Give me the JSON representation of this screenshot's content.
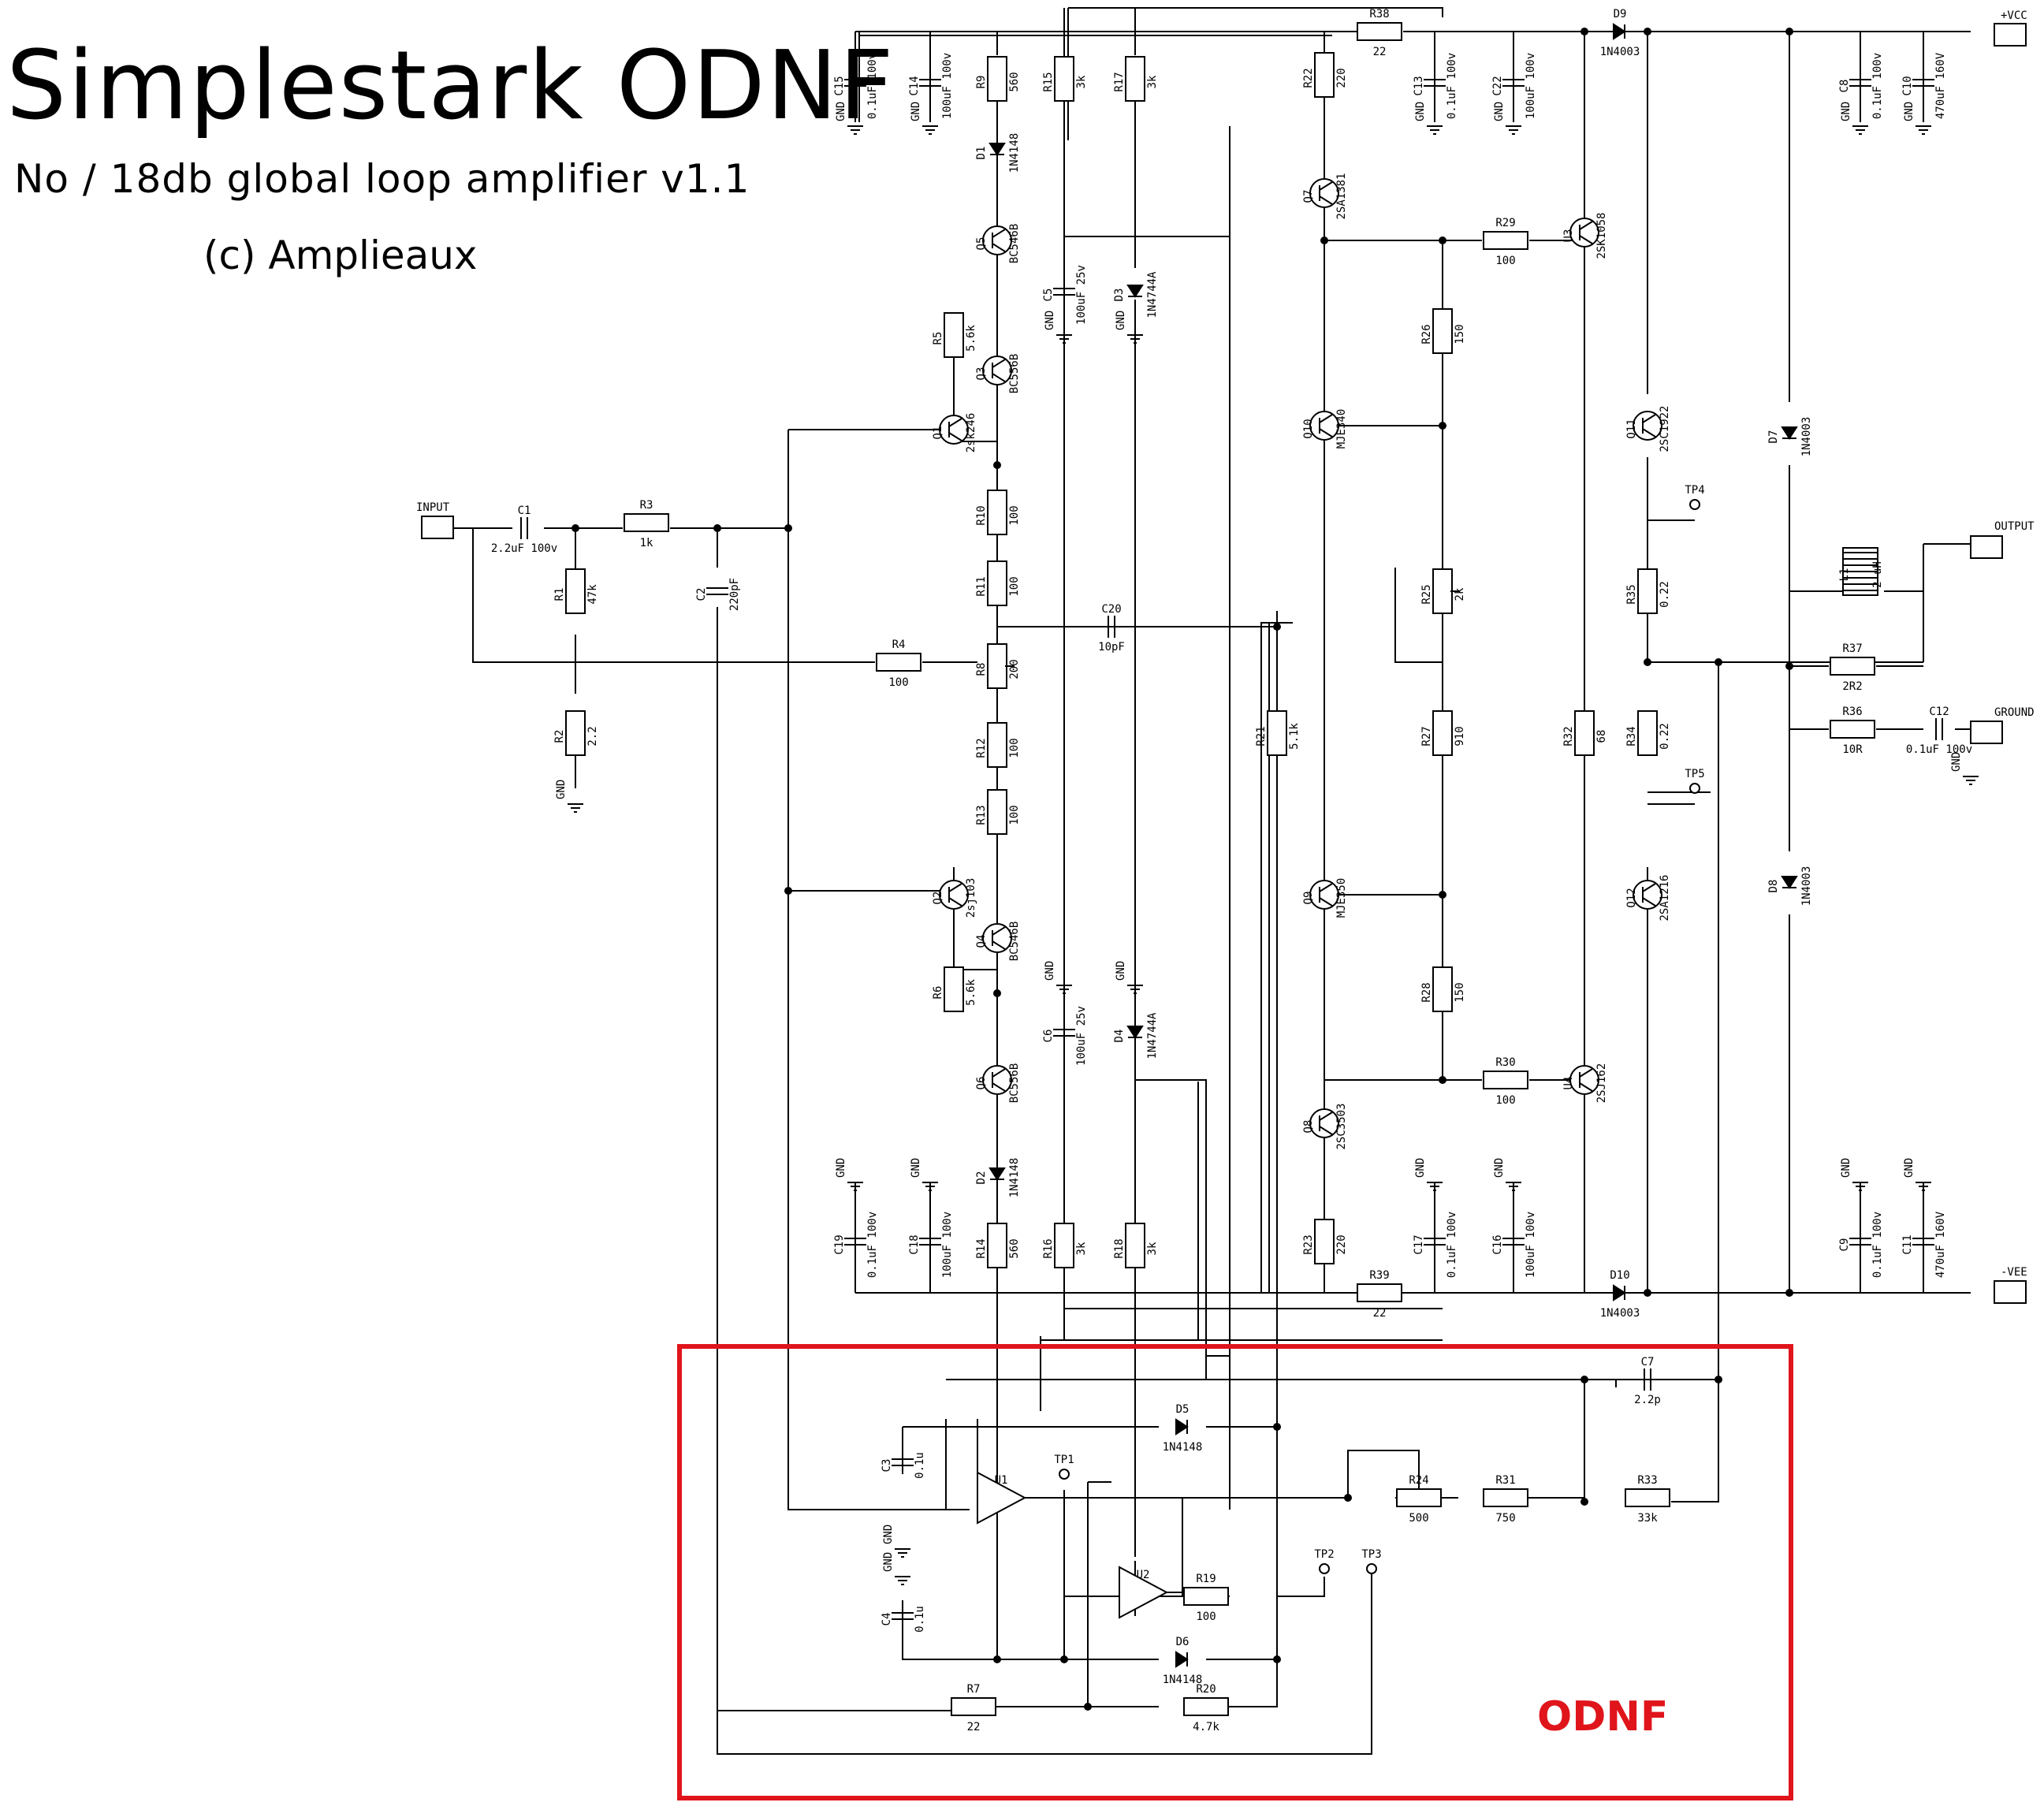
{
  "title": "Simplestark ODNF",
  "subtitle": "No / 18db global loop amplifier v1.1",
  "credit": "(c) Amplieaux",
  "odnf_box": {
    "label": "ODNF",
    "color": "#e0141b"
  },
  "connectors": {
    "input": "INPUT",
    "vcc": "+VCC",
    "vee": "-VEE",
    "output": "OUTPUT",
    "ground": "GROUND"
  },
  "gnd": "GND",
  "components": {
    "C1": {
      "ref": "C1",
      "value": "2.2uF 100v"
    },
    "R3": {
      "ref": "R3",
      "value": "1k"
    },
    "R1": {
      "ref": "R1",
      "value": "47k"
    },
    "C2": {
      "ref": "C2",
      "value": "220pF"
    },
    "R2": {
      "ref": "R2",
      "value": "2.2"
    },
    "R4": {
      "ref": "R4",
      "value": "100"
    },
    "C15": {
      "ref": "C15",
      "value": "0.1uF 100v"
    },
    "C14": {
      "ref": "C14",
      "value": "100uF 100v"
    },
    "R9": {
      "ref": "R9",
      "value": "560"
    },
    "R15": {
      "ref": "R15",
      "value": "3k"
    },
    "R17": {
      "ref": "R17",
      "value": "3k"
    },
    "D1": {
      "ref": "D1",
      "value": "1N4148"
    },
    "Q5": {
      "ref": "Q5",
      "value": "BC546B"
    },
    "C5": {
      "ref": "C5",
      "value": "100uF 25v"
    },
    "D3": {
      "ref": "D3",
      "value": "1N4744A"
    },
    "R5": {
      "ref": "R5",
      "value": "5.6k"
    },
    "Q3": {
      "ref": "Q3",
      "value": "BC556B"
    },
    "Q1": {
      "ref": "Q1",
      "value": "2sk246"
    },
    "R10": {
      "ref": "R10",
      "value": "100"
    },
    "R11": {
      "ref": "R11",
      "value": "100"
    },
    "R8": {
      "ref": "R8",
      "value": "200"
    },
    "C20": {
      "ref": "C20",
      "value": "10pF"
    },
    "R12": {
      "ref": "R12",
      "value": "100"
    },
    "R13": {
      "ref": "R13",
      "value": "100"
    },
    "Q2": {
      "ref": "Q2",
      "value": "2sj103"
    },
    "Q4": {
      "ref": "Q4",
      "value": "BC546B"
    },
    "R6": {
      "ref": "R6",
      "value": "5.6k"
    },
    "C6": {
      "ref": "C6",
      "value": "100uF 25v"
    },
    "D4": {
      "ref": "D4",
      "value": "1N4744A"
    },
    "Q6": {
      "ref": "Q6",
      "value": "BC556B"
    },
    "D2": {
      "ref": "D2",
      "value": "1N4148"
    },
    "C19": {
      "ref": "C19",
      "value": "0.1uF 100v"
    },
    "C18": {
      "ref": "C18",
      "value": "100uF 100v"
    },
    "R14": {
      "ref": "R14",
      "value": "560"
    },
    "R16": {
      "ref": "R16",
      "value": "3k"
    },
    "R18": {
      "ref": "R18",
      "value": "3k"
    },
    "R38": {
      "ref": "R38",
      "value": "22"
    },
    "R22": {
      "ref": "R22",
      "value": "220"
    },
    "C13": {
      "ref": "C13",
      "value": "0.1uF 100v"
    },
    "C22": {
      "ref": "C22",
      "value": "100uF 100v"
    },
    "Q7": {
      "ref": "Q7",
      "value": "2SA1381"
    },
    "R29": {
      "ref": "R29",
      "value": "100"
    },
    "U3": {
      "ref": "U3",
      "value": "2SK1058"
    },
    "R26": {
      "ref": "R26",
      "value": "150"
    },
    "Q10": {
      "ref": "Q10",
      "value": "MJE340"
    },
    "R25": {
      "ref": "R25",
      "value": "2k"
    },
    "R21": {
      "ref": "R21",
      "value": "5.1k"
    },
    "R27": {
      "ref": "R27",
      "value": "910"
    },
    "Q9": {
      "ref": "Q9",
      "value": "MJE350"
    },
    "R28": {
      "ref": "R28",
      "value": "150"
    },
    "R30": {
      "ref": "R30",
      "value": "100"
    },
    "U4": {
      "ref": "U4",
      "value": "2SJ162"
    },
    "Q8": {
      "ref": "Q8",
      "value": "2SC3503"
    },
    "R23": {
      "ref": "R23",
      "value": "220"
    },
    "C17": {
      "ref": "C17",
      "value": "0.1uF 100v"
    },
    "C16": {
      "ref": "C16",
      "value": "100uF 100v"
    },
    "R39": {
      "ref": "R39",
      "value": "22"
    },
    "D9": {
      "ref": "D9",
      "value": "1N4003"
    },
    "D10": {
      "ref": "D10",
      "value": "1N4003"
    },
    "C8": {
      "ref": "C8",
      "value": "0.1uF 100v"
    },
    "C10": {
      "ref": "C10",
      "value": "470uF 160V"
    },
    "C9": {
      "ref": "C9",
      "value": "0.1uF 100v"
    },
    "C11": {
      "ref": "C11",
      "value": "470uF 160V"
    },
    "Q11": {
      "ref": "Q11",
      "value": "2SC1922"
    },
    "Q12": {
      "ref": "Q12",
      "value": "2SA1216"
    },
    "R32": {
      "ref": "R32",
      "value": "68"
    },
    "R35": {
      "ref": "R35",
      "value": "0.22"
    },
    "R34": {
      "ref": "R34",
      "value": "0.22"
    },
    "D7": {
      "ref": "D7",
      "value": "1N4003"
    },
    "D8": {
      "ref": "D8",
      "value": "1N4003"
    },
    "L1": {
      "ref": "L1",
      "value": "2 uH"
    },
    "R37": {
      "ref": "R37",
      "value": "2R2"
    },
    "R36": {
      "ref": "R36",
      "value": "10R"
    },
    "C12": {
      "ref": "C12",
      "value": "0.1uF 100v"
    },
    "C7": {
      "ref": "C7",
      "value": "2.2p"
    },
    "D5": {
      "ref": "D5",
      "value": "1N4148"
    },
    "D6": {
      "ref": "D6",
      "value": "1N4148"
    },
    "C3": {
      "ref": "C3",
      "value": "0.1u"
    },
    "C4": {
      "ref": "C4",
      "value": "0.1u"
    },
    "U1": {
      "ref": "U1",
      "value": ""
    },
    "U2": {
      "ref": "U2",
      "value": ""
    },
    "R24": {
      "ref": "R24",
      "value": "500"
    },
    "R31": {
      "ref": "R31",
      "value": "750"
    },
    "R33": {
      "ref": "R33",
      "value": "33k"
    },
    "R19": {
      "ref": "R19",
      "value": "100"
    },
    "R7": {
      "ref": "R7",
      "value": "22"
    },
    "R20": {
      "ref": "R20",
      "value": "4.7k"
    }
  },
  "testpoints": {
    "TP1": "TP1",
    "TP2": "TP2",
    "TP3": "TP3",
    "TP4": "TP4",
    "TP5": "TP5"
  }
}
